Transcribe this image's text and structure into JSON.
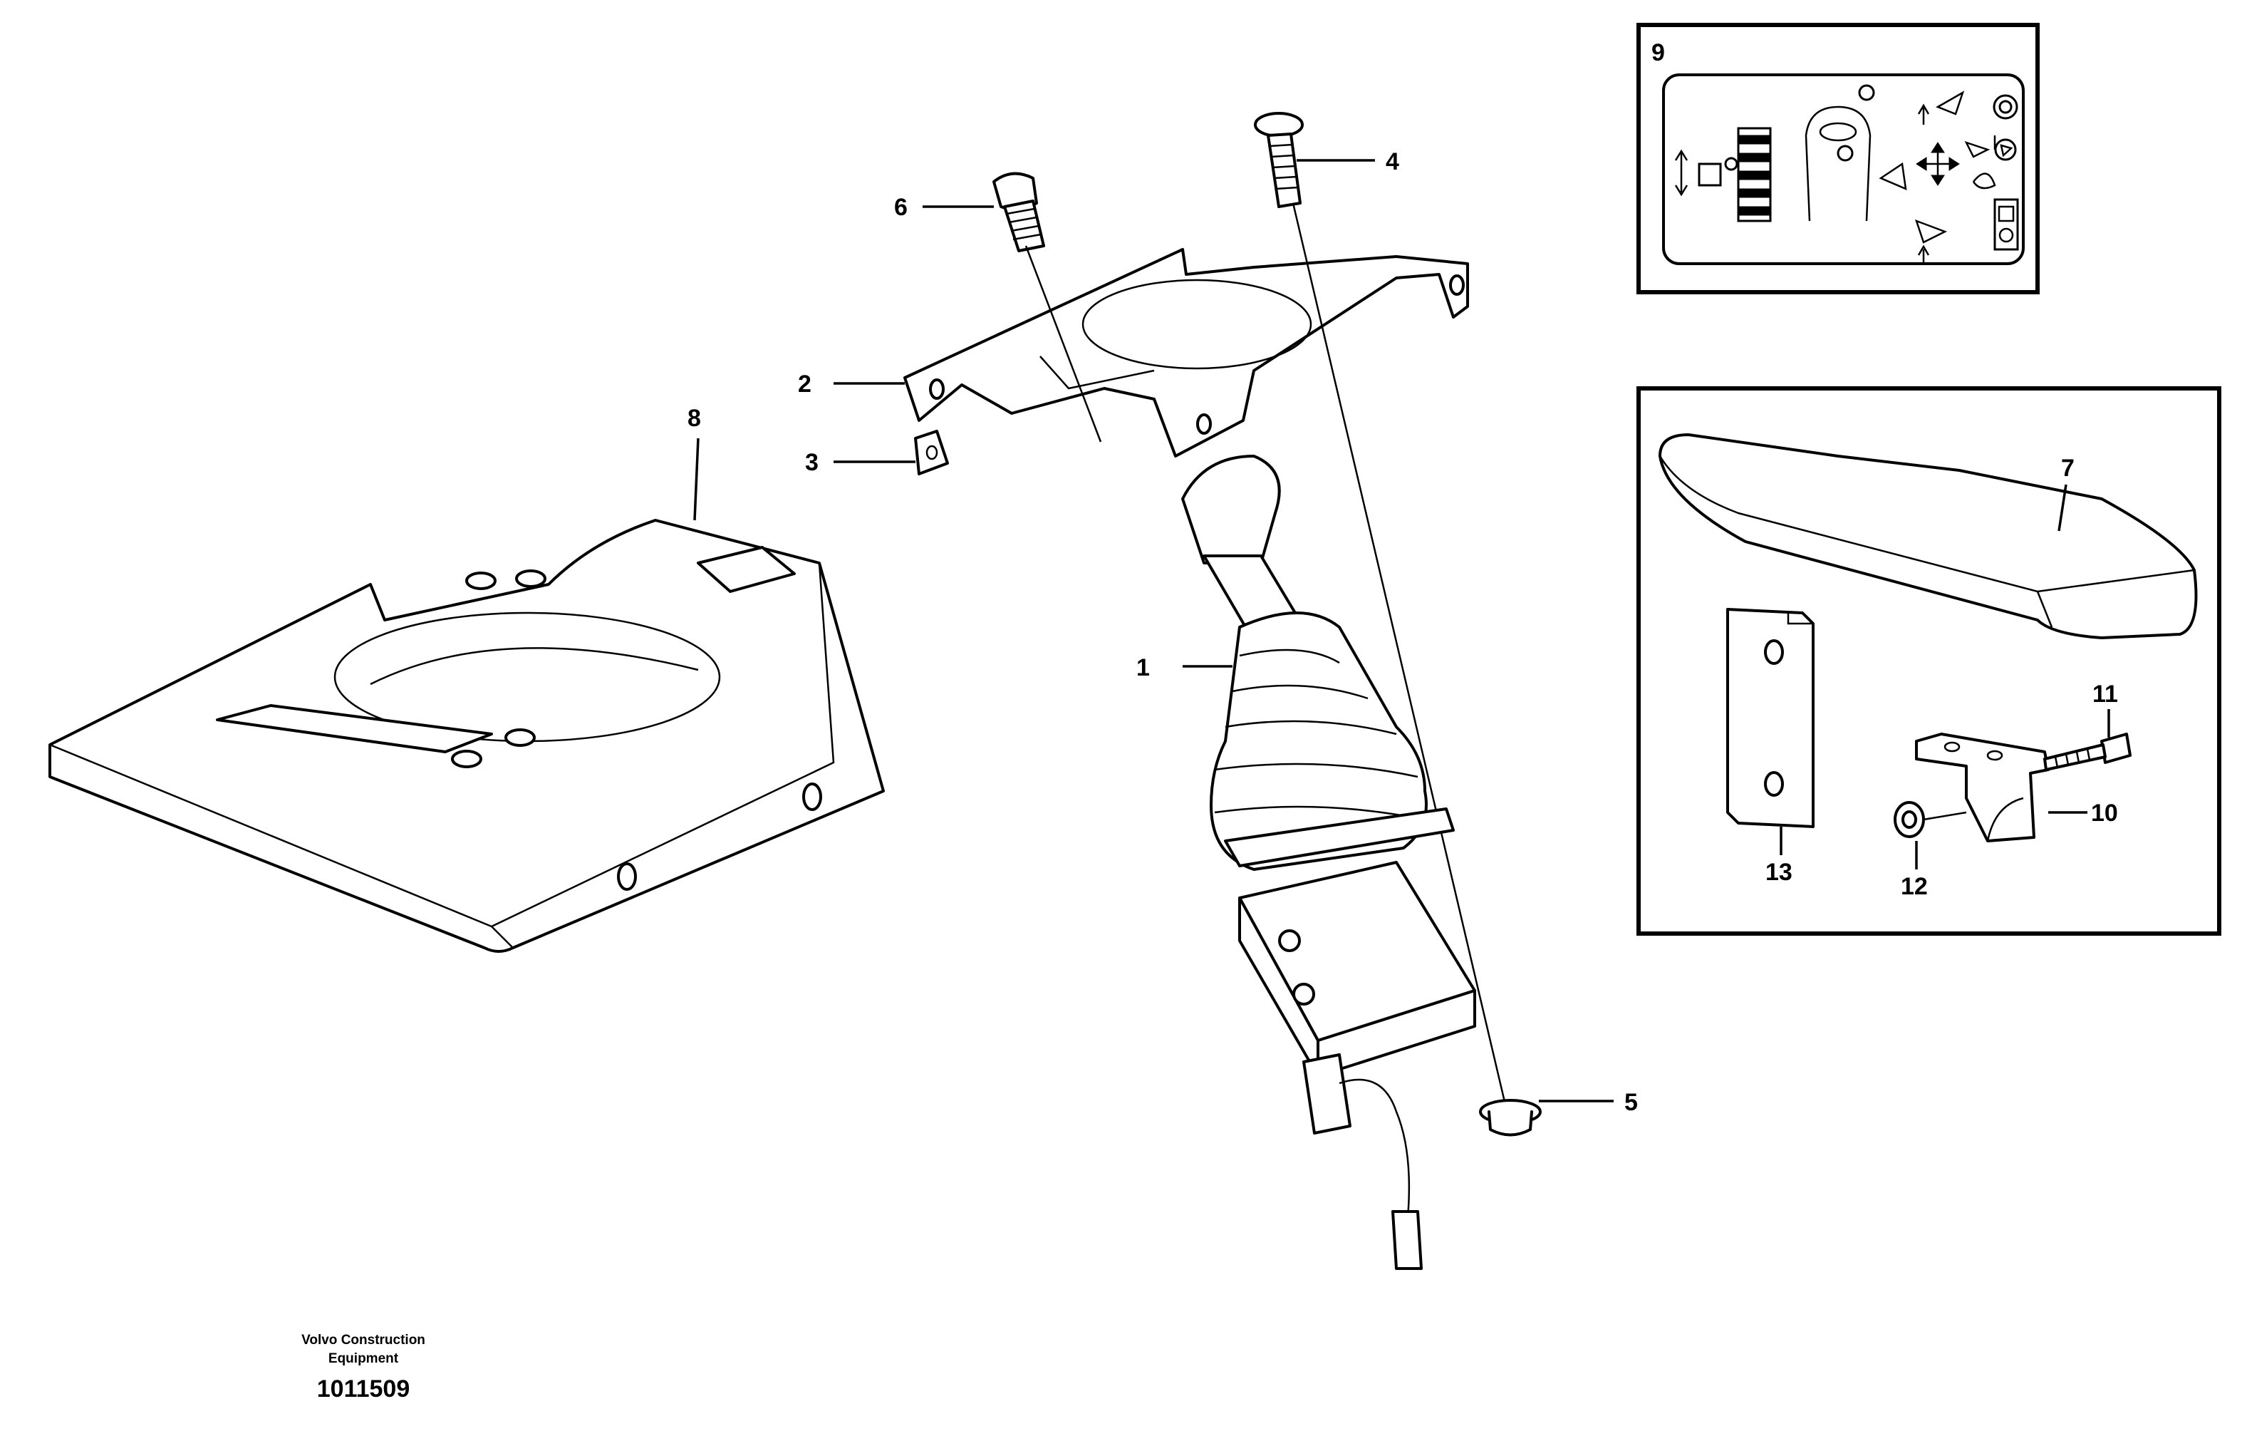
{
  "diagram": {
    "callouts": [
      "1",
      "2",
      "3",
      "4",
      "5",
      "6",
      "7",
      "8",
      "9",
      "10",
      "11",
      "12",
      "13"
    ],
    "footer": {
      "company_line1": "Volvo Construction",
      "company_line2": "Equipment",
      "drawing_number": "1011509"
    },
    "parts_icons": [
      "console-cover-icon",
      "joystick-control-icon",
      "bracket-plate-icon",
      "clip-nut-icon",
      "screw-icon",
      "flange-nut-icon",
      "decal-icon",
      "armrest-pad-icon",
      "mounting-bracket-icon",
      "bolt-icon",
      "washer-nut-icon",
      "plate-icon"
    ]
  }
}
